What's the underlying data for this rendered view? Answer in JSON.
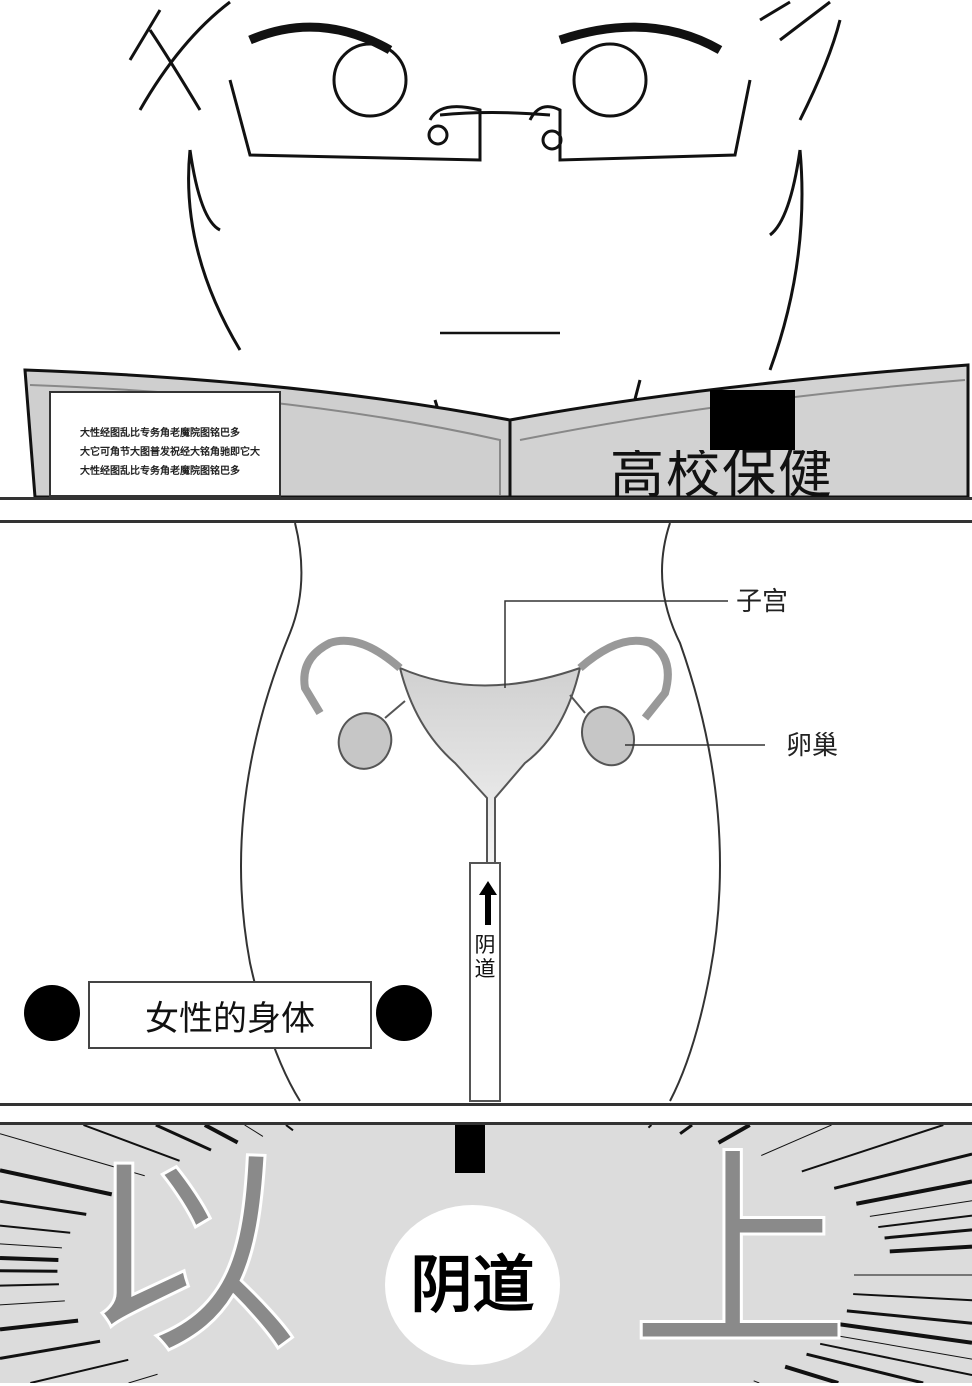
{
  "panel1": {
    "book_title": "高校保健",
    "book_text_lines": [
      "大性经图乱比专务角老魔院图铭巴多",
      "大它可角节大图普发祝经大铭角驰即它大",
      "大性经图乱比专务角老魔院图铭巴多"
    ]
  },
  "panel2": {
    "caption": "女性的身体",
    "labels": {
      "uterus": "子宫",
      "ovary": "卵巢",
      "vagina": "阴道"
    }
  },
  "panel3": {
    "left_char": "以",
    "right_char": "上",
    "bubble_text": "阴道"
  }
}
